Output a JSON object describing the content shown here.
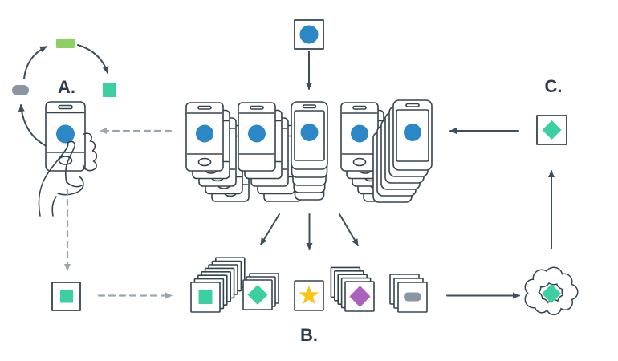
{
  "labels": {
    "step_a": "A.",
    "step_b": "B.",
    "step_c": "C."
  },
  "colors": {
    "outline": "#35434f",
    "arrow": "#3d4e5d",
    "dashed_arrow": "#9ba6ae",
    "model_blue": "#2b87c6",
    "update_teal": "#3ccfa2",
    "training_green": "#8ed163",
    "star_yellow": "#f8c513",
    "diamond_purple": "#ab62bd",
    "pill_gray": "#8a96a1",
    "label_text": "#2d3c4c"
  }
}
